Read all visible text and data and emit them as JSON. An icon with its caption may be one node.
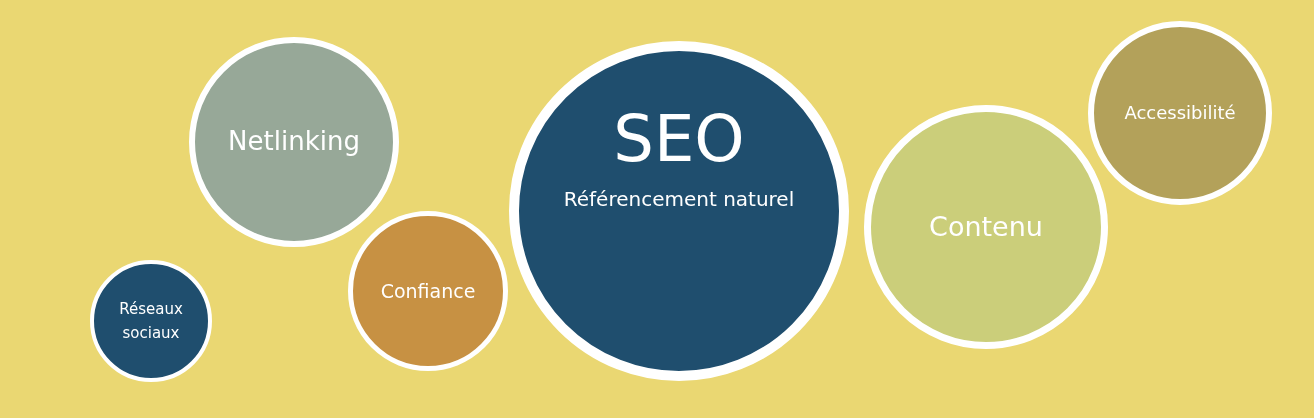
{
  "diagram": {
    "nodes": [
      {
        "text": [
          "Netlinking"
        ]
      },
      {
        "text": [
          "Réseaux sociaux"
        ]
      },
      {
        "text": [
          "Confiance"
        ]
      },
      {
        "text": [
          "SEO",
          "Référencement naturel"
        ]
      },
      {
        "text": [
          "Contenu"
        ]
      },
      {
        "text": [
          "Accessibilité"
        ]
      }
    ]
  }
}
